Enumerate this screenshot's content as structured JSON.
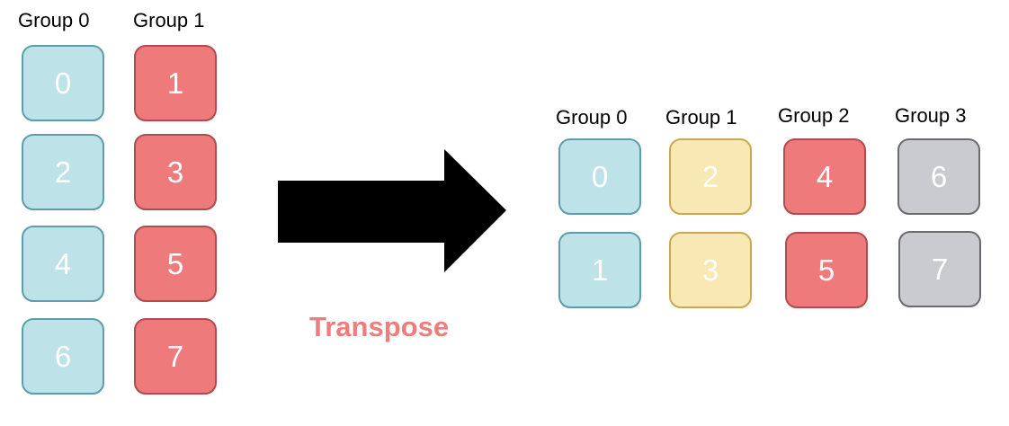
{
  "left": {
    "headers": [
      "Group 0",
      "Group 1"
    ],
    "columns": [
      {
        "color": "blue",
        "items": [
          "0",
          "2",
          "4",
          "6"
        ]
      },
      {
        "color": "red",
        "items": [
          "1",
          "3",
          "5",
          "7"
        ]
      }
    ]
  },
  "right": {
    "headers": [
      "Group 0",
      "Group 1",
      "Group 2",
      "Group 3"
    ],
    "columns": [
      {
        "color": "blue",
        "items": [
          "0",
          "1"
        ]
      },
      {
        "color": "yellow",
        "items": [
          "2",
          "3"
        ]
      },
      {
        "color": "red",
        "items": [
          "4",
          "5"
        ]
      },
      {
        "color": "gray",
        "items": [
          "6",
          "7"
        ]
      }
    ]
  },
  "caption": "Transpose",
  "palette": {
    "blue": {
      "fill": "#bde2e7",
      "border": "#5e9dad"
    },
    "red": {
      "fill": "#ee7a7b",
      "border": "#ae4d4f"
    },
    "yellow": {
      "fill": "#f8e8b4",
      "border": "#c9a84f"
    },
    "gray": {
      "fill": "#c9cbcf",
      "border": "#6b6b6d"
    },
    "caption": "#ef7d7d",
    "arrow": "#000000"
  }
}
